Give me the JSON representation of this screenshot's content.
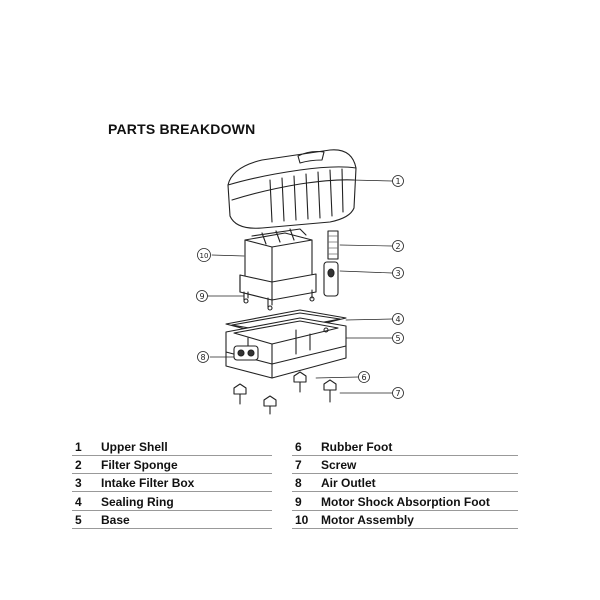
{
  "title": "PARTS BREAKDOWN",
  "callouts": [
    "1",
    "2",
    "3",
    "4",
    "5",
    "6",
    "7",
    "8",
    "9",
    "10"
  ],
  "legend_left": [
    {
      "num": "1",
      "label": "Upper Shell"
    },
    {
      "num": "2",
      "label": "Filter Sponge"
    },
    {
      "num": "3",
      "label": "Intake Filter Box"
    },
    {
      "num": "4",
      "label": "Sealing Ring"
    },
    {
      "num": "5",
      "label": "Base"
    }
  ],
  "legend_right": [
    {
      "num": "6",
      "label": "Rubber Foot"
    },
    {
      "num": "7",
      "label": "Screw"
    },
    {
      "num": "8",
      "label": "Air Outlet"
    },
    {
      "num": "9",
      "label": "Motor Shock Absorption Foot"
    },
    {
      "num": "10",
      "label": "Motor Assembly"
    }
  ]
}
